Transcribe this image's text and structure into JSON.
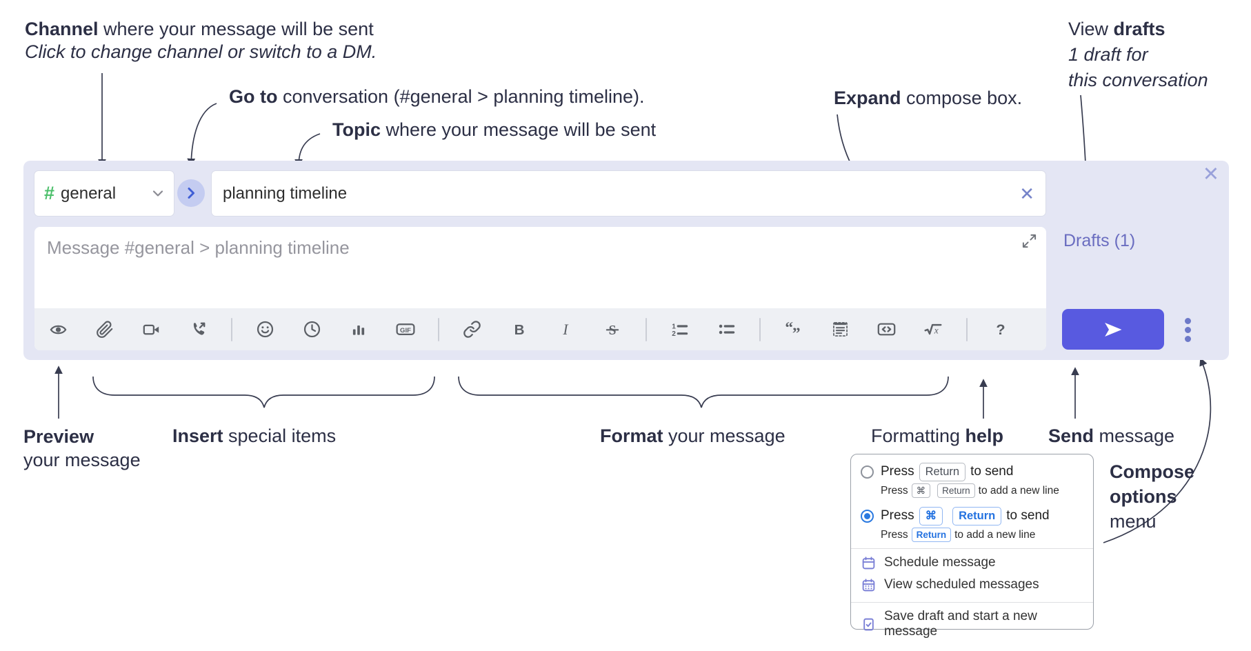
{
  "annotations": {
    "channel": {
      "bold": "Channel",
      "rest": " where your message will be sent",
      "line2": "Click to change channel or switch to a DM."
    },
    "go_to": {
      "bold": "Go to",
      "rest": " conversation (#general > planning timeline)."
    },
    "topic": {
      "bold": "Topic",
      "rest": " where your message will be sent"
    },
    "expand": {
      "bold": "Expand",
      "rest": " compose box."
    },
    "view_drafts": {
      "pre": "View ",
      "bold": "drafts",
      "line2": "1 draft for",
      "line3": "this conversation"
    },
    "preview": {
      "bold": "Preview",
      "line2": "your message"
    },
    "insert": {
      "bold": "Insert",
      "rest": " special items"
    },
    "format": {
      "bold": "Format",
      "rest": " your message"
    },
    "formatting_help": {
      "pre": "Formatting ",
      "bold": "help"
    },
    "send": {
      "bold": "Send",
      "rest": " message"
    },
    "compose_options": {
      "line1": "Compose",
      "line2": "options",
      "line3": "menu"
    }
  },
  "compose": {
    "channel_hash": "#",
    "channel_name": "general",
    "topic_value": "planning timeline",
    "message_placeholder": "Message #general > planning timeline",
    "drafts_label": "Drafts (1)",
    "close_glyph": "✕",
    "toolbar_groups": [
      [
        "eye",
        "paperclip",
        "video-camera",
        "phone-call"
      ],
      [
        "smiley",
        "clock",
        "bar-chart",
        "gif"
      ],
      [
        "link",
        "bold",
        "italic",
        "strikethrough"
      ],
      [
        "numbered-list",
        "bulleted-list"
      ],
      [
        "quote",
        "spoiler",
        "code",
        "math"
      ],
      [
        "question-mark"
      ]
    ]
  },
  "menu": {
    "option1": {
      "press": "Press",
      "kbd": "Return",
      "tail": "to send",
      "sub_press": "Press",
      "sub_kbd1": "⌘",
      "sub_kbd2": "Return",
      "sub_tail": "to add a new line"
    },
    "option2": {
      "press": "Press",
      "kbd1": "⌘",
      "kbd2": "Return",
      "tail": "to send",
      "sub_press": "Press",
      "sub_kbd": "Return",
      "sub_tail": "to add a new line"
    },
    "schedule_items": [
      {
        "icon": "calendar-icon",
        "label": "Schedule message"
      },
      {
        "icon": "calendar-grid-icon",
        "label": "View scheduled messages"
      }
    ],
    "draft_items": [
      {
        "icon": "save-draft-icon",
        "label": "Save draft and start a new message"
      }
    ]
  },
  "colors": {
    "container": "#e4e6f4",
    "send_button": "#585ae0",
    "drafts_link": "#6a6dc0",
    "hash_green": "#4cbf6b",
    "go_button_bg": "#c4ccf1",
    "menu_icon": "#7b80d6",
    "kbd_blue": "#2472e0",
    "radio_selected": "#2a79e0",
    "annotation_text": "#2c2f45"
  }
}
